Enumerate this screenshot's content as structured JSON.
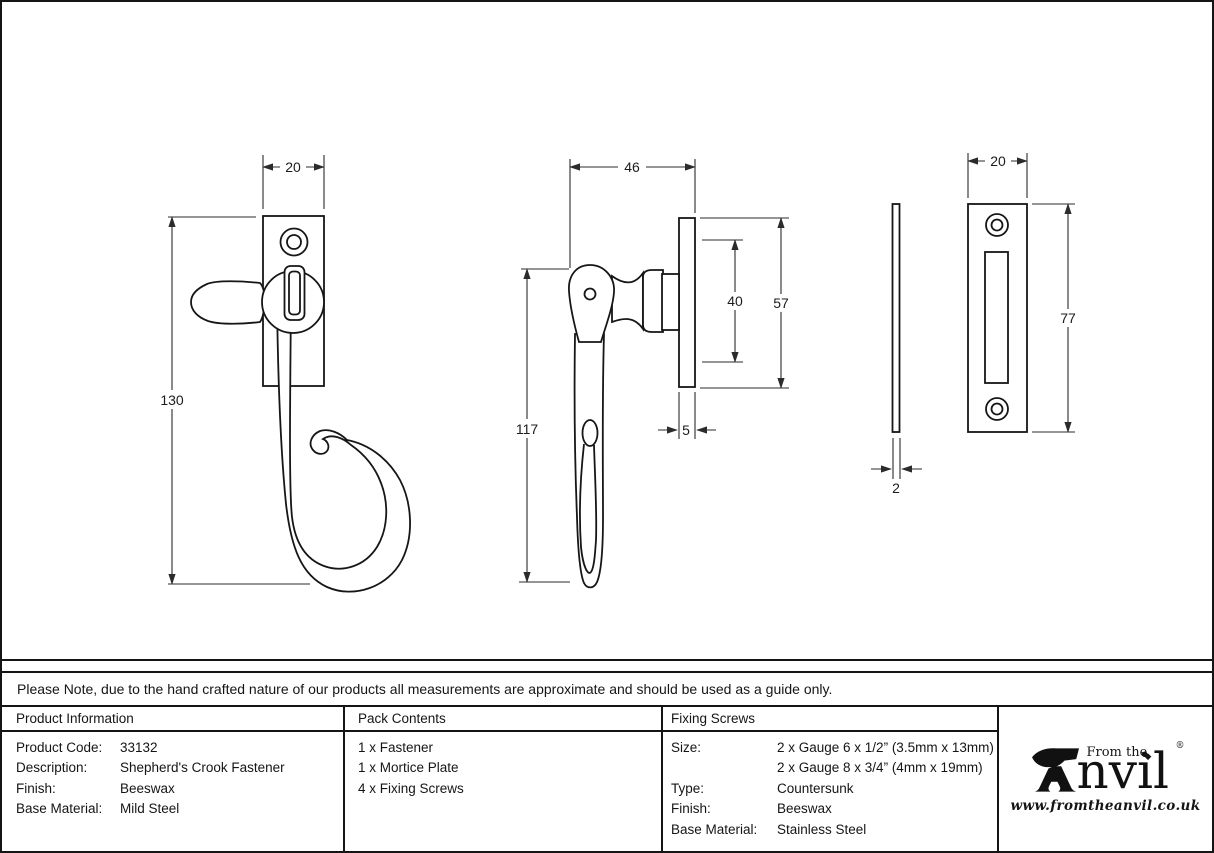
{
  "note": "Please Note, due to the hand crafted nature of our products all measurements are approximate and should be used as a guide only.",
  "drawing": {
    "front_view": {
      "width": "20",
      "height": "130"
    },
    "side_view": {
      "depth": "46",
      "height": "117",
      "rose_height": "40",
      "plate_height": "57",
      "plate_thickness": "5"
    },
    "mortice_plate": {
      "thickness": "2",
      "width": "20",
      "height": "77"
    }
  },
  "table": {
    "product_information": {
      "header": "Product Information",
      "rows": [
        {
          "label": "Product Code:",
          "value": "33132"
        },
        {
          "label": "Description:",
          "value": "Shepherd's Crook Fastener"
        },
        {
          "label": "Finish:",
          "value": "Beeswax"
        },
        {
          "label": "Base Material:",
          "value": "Mild Steel"
        }
      ]
    },
    "pack_contents": {
      "header": "Pack Contents",
      "items": [
        "1 x Fastener",
        "1 x Mortice Plate",
        "4 x Fixing Screws"
      ]
    },
    "fixing_screws": {
      "header": "Fixing Screws",
      "rows": [
        {
          "label": "Size:",
          "value": "2 x Gauge 6 x 1/2” (3.5mm x 13mm)"
        },
        {
          "label": "",
          "value": "2 x Gauge 8 x 3/4” (4mm x 19mm)"
        },
        {
          "label": "Type:",
          "value": "Countersunk"
        },
        {
          "label": "Finish:",
          "value": "Beeswax"
        },
        {
          "label": "Base Material:",
          "value": "Stainless Steel"
        }
      ]
    }
  },
  "logo": {
    "from_the": "From the",
    "diamond": "◆",
    "word": "nvil",
    "registered": "®",
    "url": "www.fromtheanvil.co.uk"
  }
}
